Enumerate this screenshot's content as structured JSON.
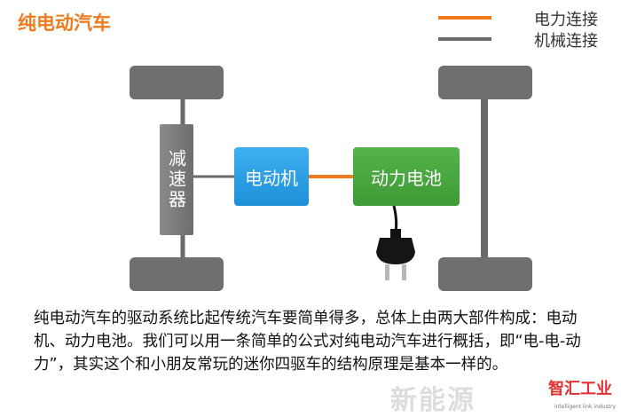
{
  "title": "纯电动汽车",
  "legend": [
    {
      "label": "电力连接",
      "color": "#f07a1e"
    },
    {
      "label": "机械连接",
      "color": "#6a6a6a"
    }
  ],
  "components": {
    "reducer": "减速器",
    "motor": "电动机",
    "battery": "动力电池"
  },
  "description": "纯电动汽车的驱动系统比起传统汽车要简单得多，总体上由两大部件构成：电动机、动力电池。我们可以用一条简单的公式对纯电动汽车进行概括，即“电-电-动力”，其实这个和小朋友常玩的迷你四驱车的结构原理是基本一样的。",
  "watermark": {
    "text": "新能源",
    "logo_text": "智汇工业",
    "logo_sub": "intelligent  link  industry"
  },
  "colors": {
    "electric": "#f07a1e",
    "mechanical": "#6a6a6a",
    "wheel": "#6f6f6f"
  }
}
